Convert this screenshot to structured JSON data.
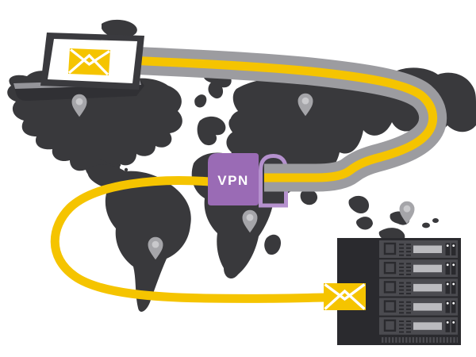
{
  "illustration": {
    "vpn_label": "VPN"
  },
  "icons": {
    "laptop_screen_icon": "email-envelope-icon",
    "server_icon": "email-envelope-icon",
    "map_markers": "location-pin-icon",
    "tunnel": "vpn-tunnel-arch",
    "route": "yellow-mail-route-cable"
  },
  "colors": {
    "background": "#FFFFFF",
    "map": "#39393C",
    "tube_gray": "#9C9CA0",
    "yellow": "#F5C400",
    "envelope_lines": "#FFFFFF",
    "vpn_box": "#9A6BB5",
    "vpn_rim": "#B591CE",
    "vpn_interior": "#3A3A3E",
    "vpn_text": "#FFFFFF",
    "laptop_frame": "#3A3A3E",
    "laptop_screen": "#FFFFFF",
    "laptop_deck": "#303034",
    "laptop_deck_edge": "#95959A",
    "rack_cabinet": "#2A2A2E",
    "rack_unit": "#4B4B50",
    "rack_display": "#BBBBBF",
    "rack_led": "#FFFFFF",
    "pin_body": "#A5A5A9",
    "pin_dot": "#C9C9CC"
  }
}
